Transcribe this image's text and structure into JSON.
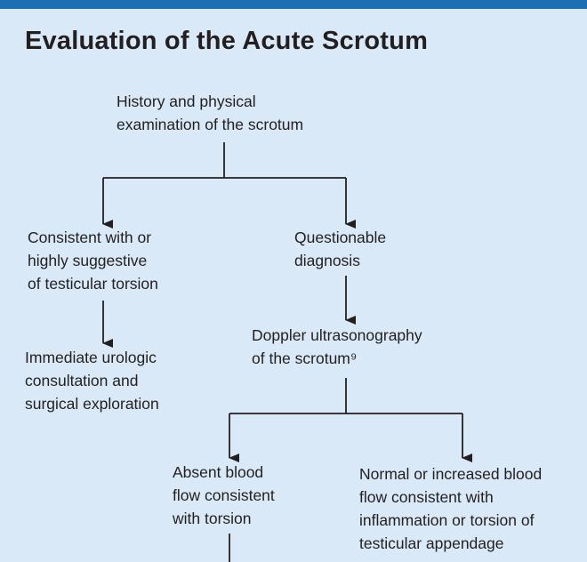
{
  "header": {
    "title": "Evaluation of the Acute Scrotum"
  },
  "flowchart": {
    "nodes": {
      "history": [
        "History and physical",
        "examination of the scrotum"
      ],
      "consistent": [
        "Consistent with or",
        "highly suggestive",
        "of testicular torsion"
      ],
      "questionable": [
        "Questionable",
        "diagnosis"
      ],
      "immediate": [
        "Immediate urologic",
        "consultation and",
        "surgical exploration"
      ],
      "doppler": [
        "Doppler ultrasonography",
        "of the scrotum⁹"
      ],
      "absent": [
        "Absent blood",
        "flow consistent",
        "with torsion"
      ],
      "normal": [
        "Normal or increased blood",
        "flow consistent with",
        "inflammation or torsion of",
        "testicular appendage"
      ]
    }
  },
  "colors": {
    "background": "#d9e9f7",
    "accent_bar": "#1c6fb5",
    "text": "#231f20",
    "lines": "#231f20"
  }
}
